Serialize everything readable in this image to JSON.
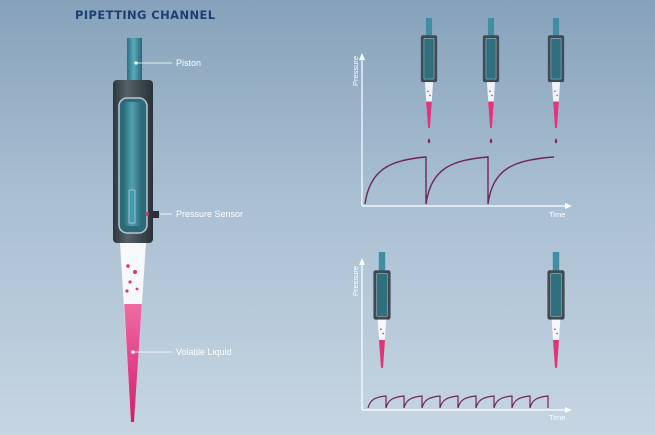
{
  "title": "PIPETTING CHANNEL",
  "labels": {
    "piston": "Piston",
    "pressure_sensor": "Pressure Sensor",
    "volatile_liquid": "Volatile Liquid"
  },
  "charts": {
    "top": {
      "y_axis": "Pressure",
      "x_axis": "Time"
    },
    "bottom": {
      "y_axis": "Pressure",
      "x_axis": "Time"
    }
  },
  "colors": {
    "title": "#1e3f73",
    "liquid": "#e0347b",
    "curve": "#6e2856",
    "housing": "#3f4a52",
    "piston": "#3f8ea2"
  }
}
